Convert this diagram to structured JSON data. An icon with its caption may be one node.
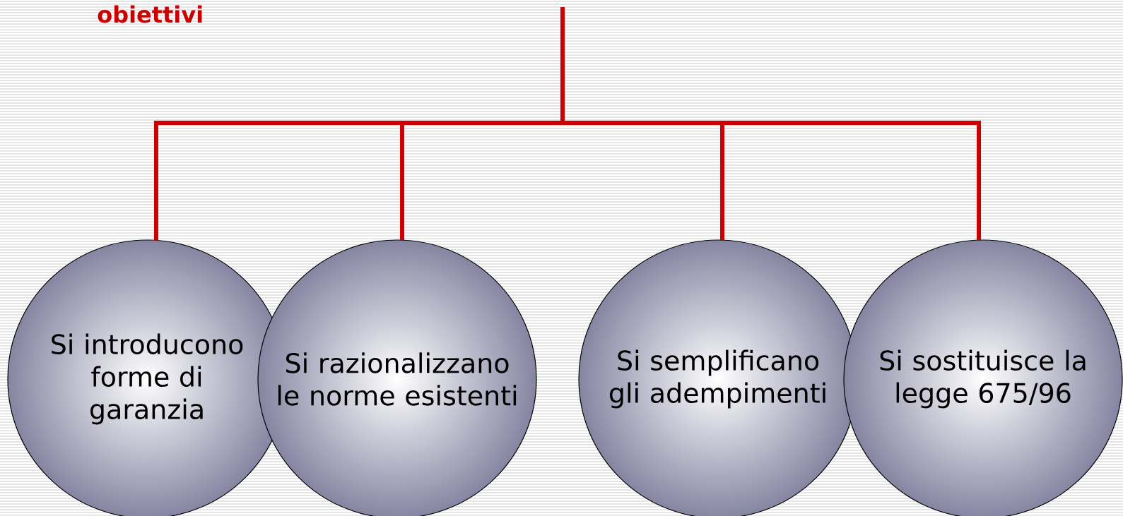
{
  "diagram": {
    "title": "obiettivi",
    "nodes": [
      {
        "text": [
          "Si introducono forme di garanzia"
        ]
      },
      {
        "text": [
          "Si razionalizzano le norme esistenti"
        ]
      },
      {
        "text": [
          "Si semplificano gli adempimenti"
        ]
      },
      {
        "text": [
          "Si sostituisce la legge 675/96"
        ]
      }
    ],
    "edges": [
      {
        "from": null,
        "to": 0,
        "arrow": "none"
      },
      {
        "from": null,
        "to": 1,
        "arrow": "none"
      },
      {
        "from": null,
        "to": 2,
        "arrow": "none"
      },
      {
        "from": null,
        "to": 3,
        "arrow": "none"
      }
    ]
  }
}
